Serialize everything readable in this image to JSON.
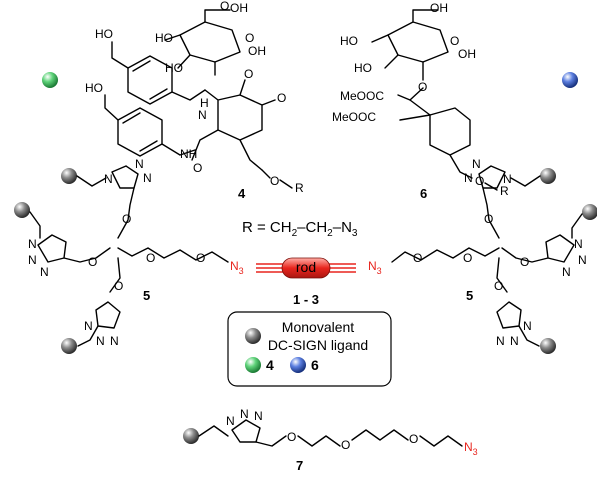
{
  "compounds": {
    "c4": {
      "number": "4",
      "atoms": {
        "oh": "OH",
        "ho": "HO",
        "o": "O",
        "nh": "NH",
        "h": "H",
        "n": "N",
        "r": "R"
      }
    },
    "c6": {
      "number": "6",
      "atoms": {
        "oh": "OH",
        "ho": "HO",
        "o": "O",
        "ester1": "MeOOC",
        "ester2": "MeOOC",
        "r": "R"
      }
    },
    "c5_left": {
      "number": "5",
      "atoms": {
        "n": "N",
        "o": "O",
        "azide": "N"
      }
    },
    "c5_right": {
      "number": "5",
      "atoms": {
        "n": "N",
        "o": "O",
        "azide": "N"
      }
    },
    "c7": {
      "number": "7",
      "atoms": {
        "n": "N",
        "o": "O",
        "azide": "N"
      }
    }
  },
  "r_definition": {
    "lhs": "R = CH",
    "sub1": "2",
    "mid": "–CH",
    "sub2": "2",
    "tail": "–N",
    "sub3": "3"
  },
  "rod": {
    "label": "rod",
    "range": "1 - 3"
  },
  "legend": {
    "line1": "Monovalent",
    "line2": "DC-SIGN ligand",
    "item4": "4",
    "item6": "6"
  },
  "colors": {
    "azide": "#e8251e",
    "rod": "#e8251e",
    "sphere_grey": "#6b6b6b",
    "sphere_green": "#3fbf5a",
    "sphere_blue": "#2f56c8"
  },
  "icons": {
    "grey": "grey-sphere-icon",
    "green": "green-sphere-icon",
    "blue": "blue-sphere-icon"
  }
}
